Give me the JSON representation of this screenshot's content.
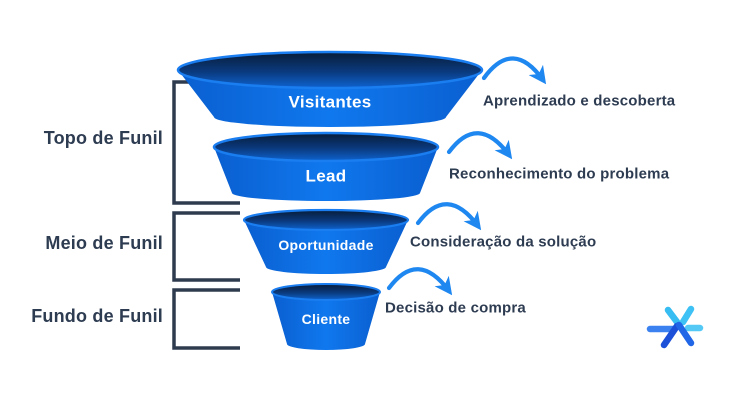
{
  "canvas": {
    "background": "#ffffff"
  },
  "palette": {
    "funnel_blue": "#0c6de2",
    "funnel_blue_light": "#1078ee",
    "funnel_ellipse_dark": "#081c38",
    "funnel_rim_blue": "#1a7df0",
    "navy_text": "#2e3c52",
    "bracket_navy": "#2e3b4e",
    "arrow_blue": "#1e87f0",
    "logo_cyan": "#38bdf2",
    "logo_blue": "#3b82f0",
    "logo_dark_blue": "#1c50d8"
  },
  "sections": [
    {
      "label": "Topo de Funil"
    },
    {
      "label": "Meio de Funil"
    },
    {
      "label": "Fundo de Funil"
    }
  ],
  "funnel": {
    "stages": [
      {
        "label": "Visitantes",
        "description": "Aprendizado e descoberta"
      },
      {
        "label": "Lead",
        "description": "Reconhecimento do problema"
      },
      {
        "label": "Oportunidade",
        "description": "Consideração da solução"
      },
      {
        "label": "Cliente",
        "description": "Decisão de compra"
      }
    ]
  },
  "logo": {
    "name": "asterisk-star-logo"
  }
}
